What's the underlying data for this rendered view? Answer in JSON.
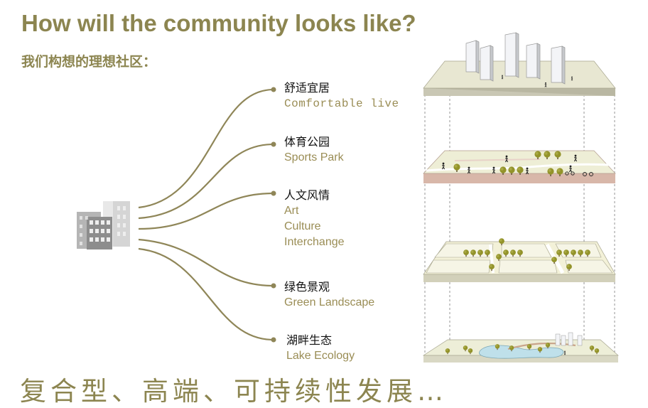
{
  "title": "How will the community looks like?",
  "subtitle": "我们构想的理想社区：",
  "features": [
    {
      "cn": "舒适宜居",
      "en": [
        "Comfortable live"
      ]
    },
    {
      "cn": "体育公园",
      "en": [
        "Sports Park"
      ]
    },
    {
      "cn": "人文风情",
      "en": [
        "Art",
        "Culture",
        "Interchange"
      ]
    },
    {
      "cn": "绿色景观",
      "en": [
        "Green Landscape"
      ]
    },
    {
      "cn": "湖畔生态",
      "en": [
        "Lake Ecology"
      ]
    }
  ],
  "slogan": "复合型、高端、可持续性发展…",
  "colors": {
    "accent": "#8c8550",
    "connector": "#8f8658",
    "english_text": "#9a8d55",
    "layer_fill": "#ebeccd",
    "tree": "#93932a",
    "water": "#bfe0ea"
  },
  "icons": {
    "source": "building-icon",
    "layers": [
      "residential-layer-icon",
      "sports-park-layer-icon",
      "grid-landscape-layer-icon",
      "lake-ecology-layer-icon"
    ]
  }
}
